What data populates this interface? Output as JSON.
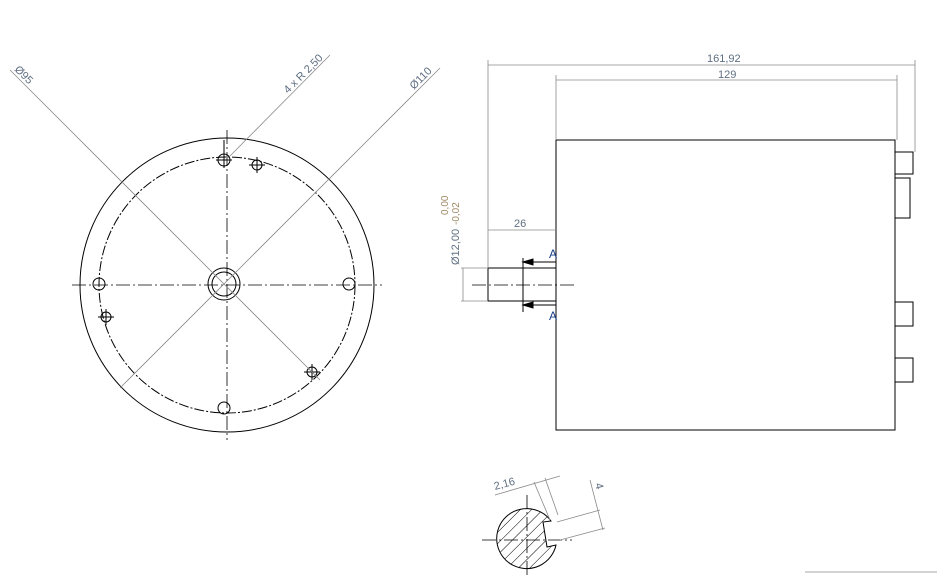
{
  "front_view": {
    "dim_diameter_95": "Ø95",
    "dim_hole_radius": "4 x R 2,50",
    "dim_diameter_110": "Ø110"
  },
  "side_view": {
    "dim_overall_length": "161,92",
    "dim_body_length": "129",
    "dim_shaft_length": "26",
    "dim_shaft_diameter": "Ø12,00",
    "tol_upper": "0,00",
    "tol_lower": "-0,02",
    "section_label_top": "A",
    "section_label_bottom": "A"
  },
  "section_view": {
    "dim_key_depth": "2,16",
    "dim_key_width": "4"
  },
  "colors": {
    "dimension_text": "#5f6f82",
    "tolerance_text": "#a08a66",
    "section_label": "#1a3f8a"
  }
}
